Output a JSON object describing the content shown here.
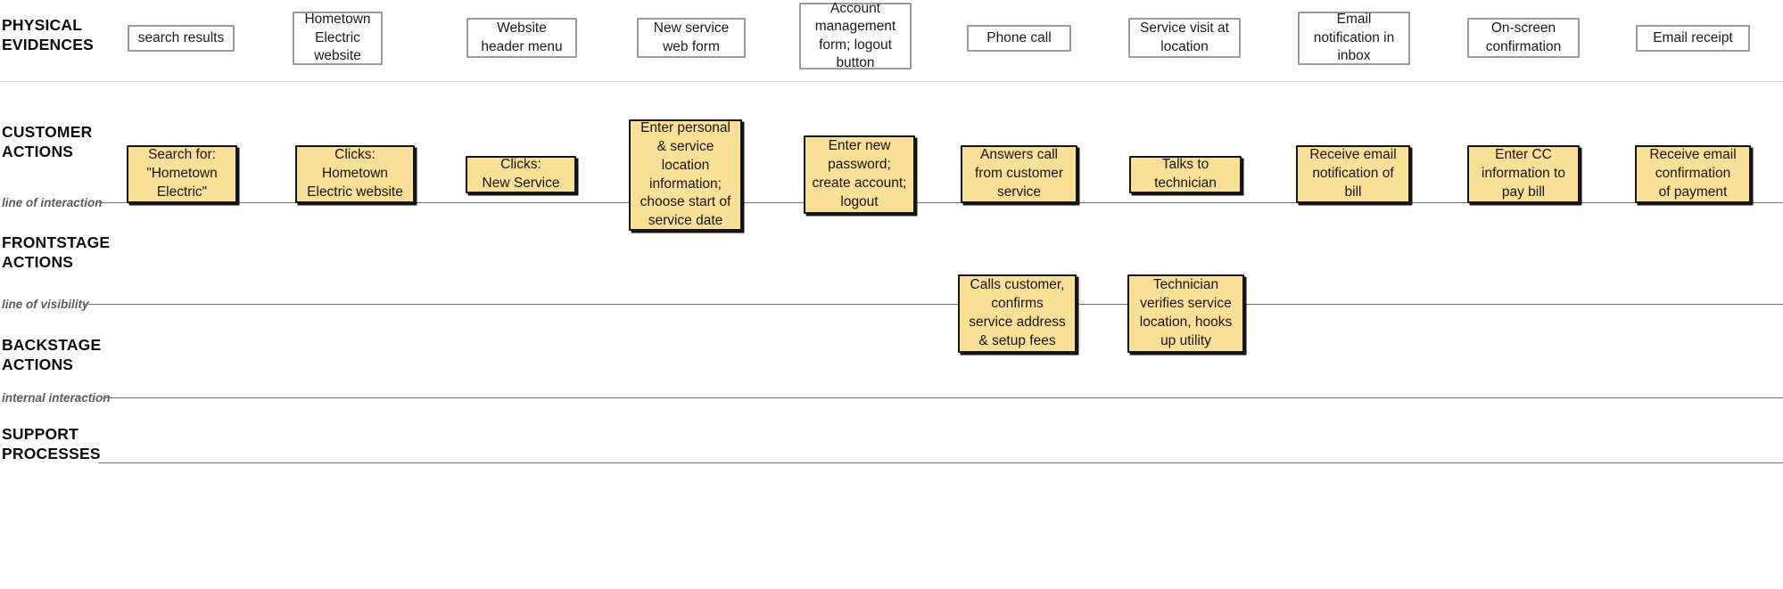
{
  "diagram": {
    "type": "service-blueprint",
    "title": "Hometown Electric new service blueprint",
    "colors": {
      "action_fill": "#fadf96",
      "action_border": "#141414",
      "evidence_border": "#9a9a9a",
      "divider": "#6f6f6f",
      "divider_label": "#5a5a5a",
      "background": "#ffffff"
    }
  },
  "row_labels": {
    "physical_evidences": "PHYSICAL\nEVIDENCES",
    "customer_actions": "CUSTOMER\nACTIONS",
    "frontstage_actions": "FRONTSTAGE\nACTIONS",
    "backstage_actions": "BACKSTAGE\nACTIONS",
    "support_processes": "SUPPORT\nPROCESSES"
  },
  "divider_labels": {
    "line_of_interaction": "line of interaction",
    "line_of_visibility": "line of visibility",
    "internal_interaction": "internal interaction",
    "bottom_line": ""
  },
  "physical_evidences": [
    {
      "id": "pe-1",
      "text": "search results"
    },
    {
      "id": "pe-2",
      "text": "Hometown\nElectric\nwebsite"
    },
    {
      "id": "pe-3",
      "text": "Website\nheader menu"
    },
    {
      "id": "pe-4",
      "text": "New service\nweb form"
    },
    {
      "id": "pe-5",
      "text": "Account\nmanagement\nform; logout\nbutton"
    },
    {
      "id": "pe-6",
      "text": "Phone call"
    },
    {
      "id": "pe-7",
      "text": "Service visit at\nlocation"
    },
    {
      "id": "pe-8",
      "text": "Email\nnotification in\ninbox"
    },
    {
      "id": "pe-9",
      "text": "On-screen\nconfirmation"
    },
    {
      "id": "pe-10",
      "text": "Email receipt"
    }
  ],
  "customer_actions": [
    {
      "id": "ca-1",
      "text": "Search for:\n\"Hometown\nElectric\""
    },
    {
      "id": "ca-2",
      "text": "Clicks:\nHometown\nElectric website"
    },
    {
      "id": "ca-3",
      "text": "Clicks:\nNew Service"
    },
    {
      "id": "ca-4",
      "text": "Enter personal\n& service\nlocation\ninformation;\nchoose start of\nservice date"
    },
    {
      "id": "ca-5",
      "text": "Enter new\npassword;\ncreate account;\nlogout"
    },
    {
      "id": "ca-6",
      "text": "Answers call\nfrom customer\nservice"
    },
    {
      "id": "ca-7",
      "text": "Talks to\ntechnician"
    },
    {
      "id": "ca-8",
      "text": "Receive email\nnotification of\nbill"
    },
    {
      "id": "ca-9",
      "text": "Enter CC\ninformation to\npay bill"
    },
    {
      "id": "ca-10",
      "text": "Receive email\nconfirmation\nof payment"
    }
  ],
  "frontstage_actions": [
    {
      "id": "fa-1",
      "text": "Calls customer,\nconfirms\nservice address\n& setup fees"
    },
    {
      "id": "fa-2",
      "text": "Technician\nverifies service\nlocation, hooks\nup utility"
    }
  ],
  "backstage_actions": [],
  "support_processes": []
}
